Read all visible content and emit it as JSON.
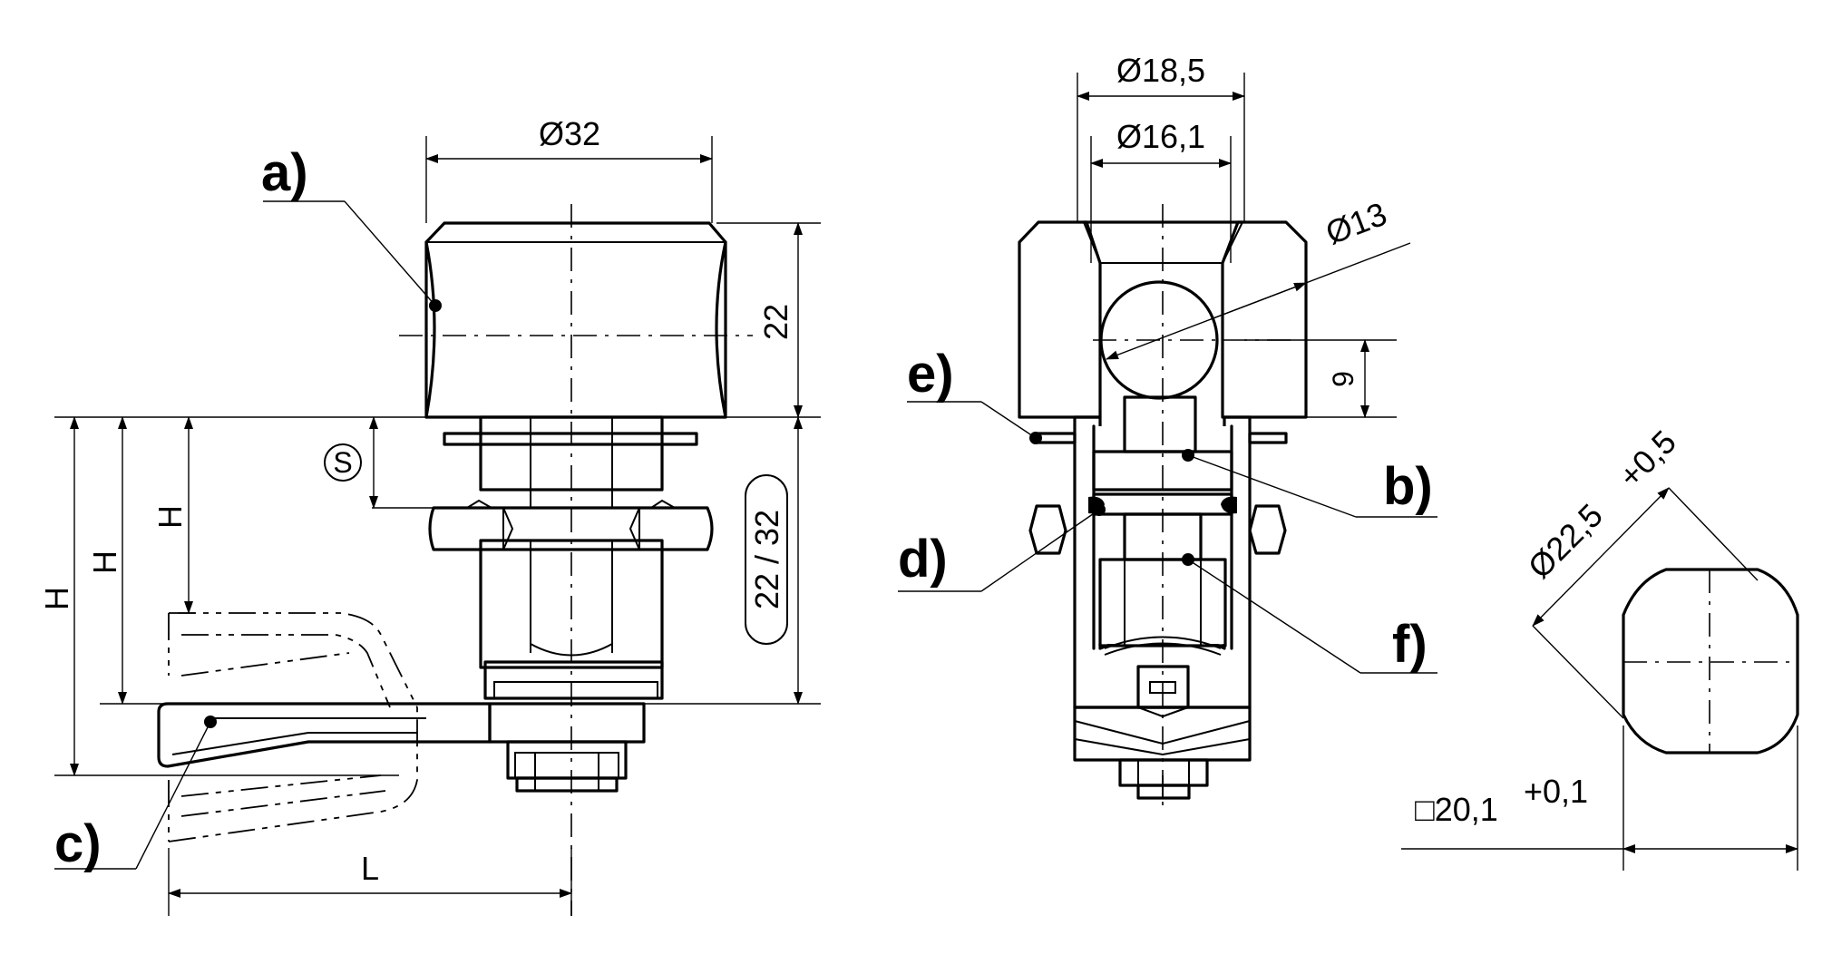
{
  "dimensions": {
    "left_diameter": "Ø32",
    "top_height": "22",
    "height_a": "H",
    "height_b": "H",
    "height_c": "H",
    "shaft_options": "22 / 32",
    "s_symbol": "S",
    "length": "L",
    "outer_diameter": "Ø18,5",
    "inner_diameter": "Ø16,1",
    "ball_diameter": "Ø13",
    "offset_9": "9",
    "cutout_diameter": "Ø22,5",
    "cutout_diameter_tol": "+0,5",
    "cutout_square": "□20,1",
    "cutout_square_tol": "+0,1"
  },
  "callouts": {
    "a": "a)",
    "b": "b)",
    "c": "c)",
    "d": "d)",
    "e": "e)",
    "f": "f)"
  }
}
